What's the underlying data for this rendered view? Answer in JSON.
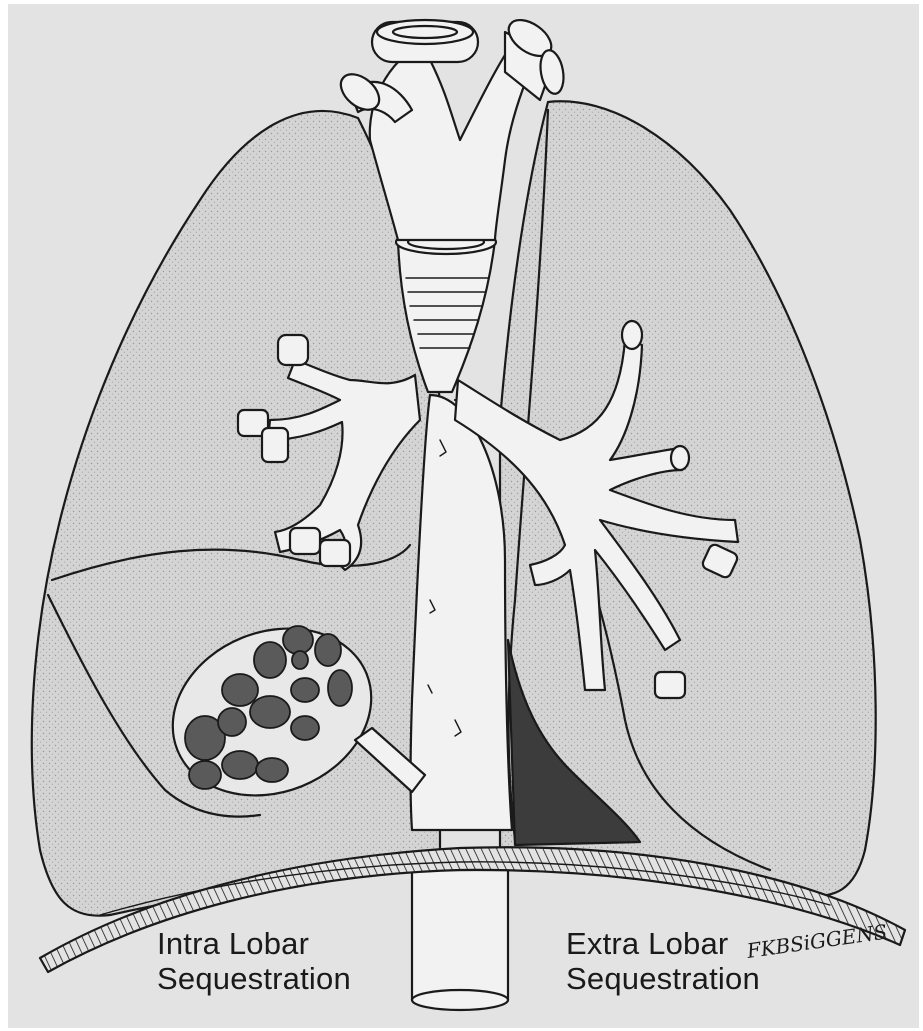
{
  "labels": {
    "intra_lobar": {
      "line1": "Intra Lobar",
      "line2": "Sequestration"
    },
    "extra_lobar": {
      "line1": "Extra Lobar",
      "line2": "Sequestration"
    }
  },
  "artist_signature": "FKBSiGGENS",
  "colors": {
    "background": "#e3e3e3",
    "lung_fill": "#d4d4d4",
    "ink": "#1a1a1a",
    "vessel_fill": "#f2f2f2",
    "extralobar_fill": "#3c3c3c"
  }
}
